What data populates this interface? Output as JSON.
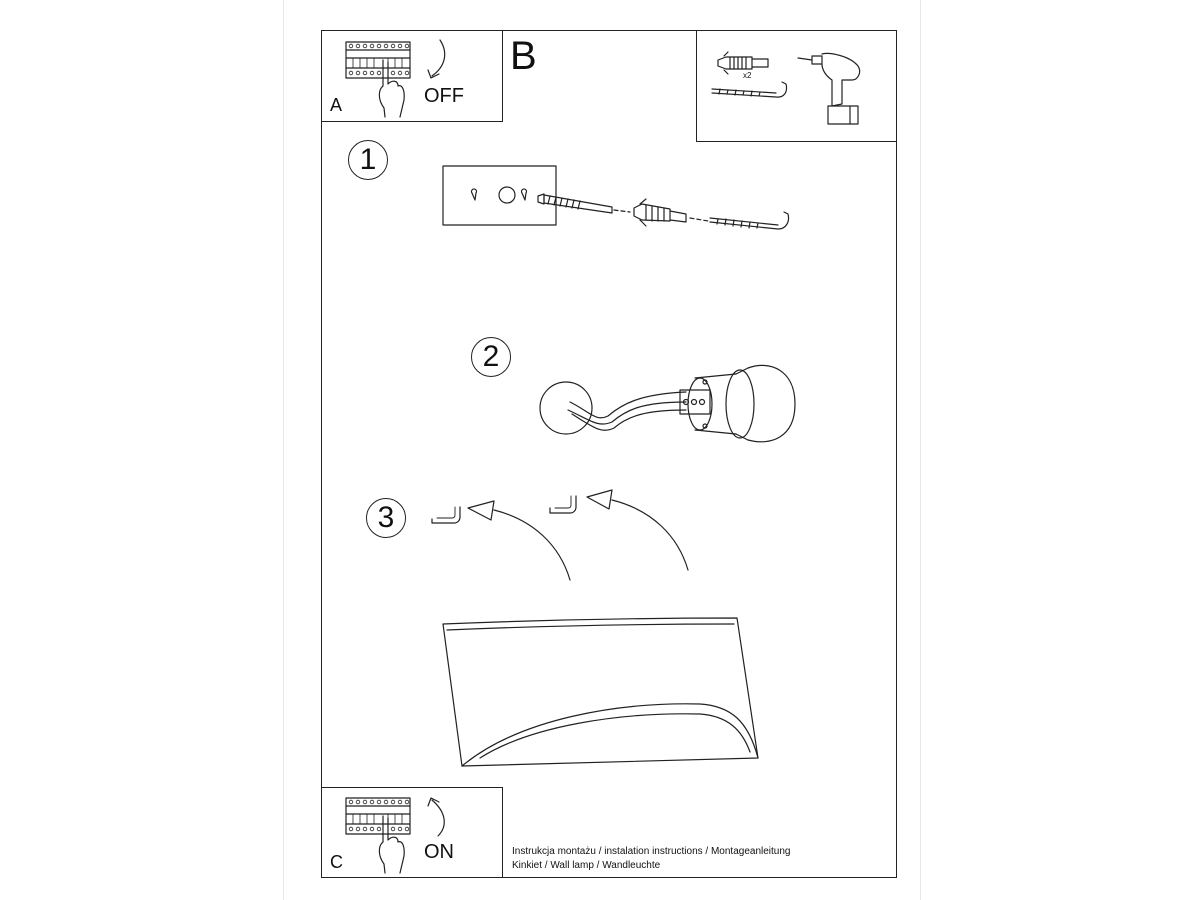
{
  "labels": {
    "box_a": "A",
    "box_b": "B",
    "box_c": "C",
    "switch_off": "OFF",
    "switch_on": "ON",
    "quantity": "x2"
  },
  "steps": [
    "1",
    "2",
    "3"
  ],
  "caption": {
    "line1": "Instrukcja montażu / instalation instructions / Montageanleitung",
    "line2": "Kinkiet / Wall lamp / Wandleuchte"
  }
}
